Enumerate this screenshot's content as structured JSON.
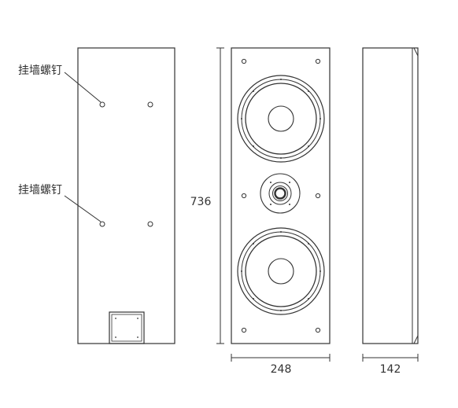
{
  "callouts": {
    "upper": "挂墙螺钉",
    "lower": "挂墙螺钉"
  },
  "dimensions": {
    "height": "736",
    "width": "248",
    "depth": "142"
  },
  "colors": {
    "line": "#333333",
    "background": "#ffffff"
  },
  "views": [
    "rear-view",
    "front-view",
    "side-view"
  ]
}
